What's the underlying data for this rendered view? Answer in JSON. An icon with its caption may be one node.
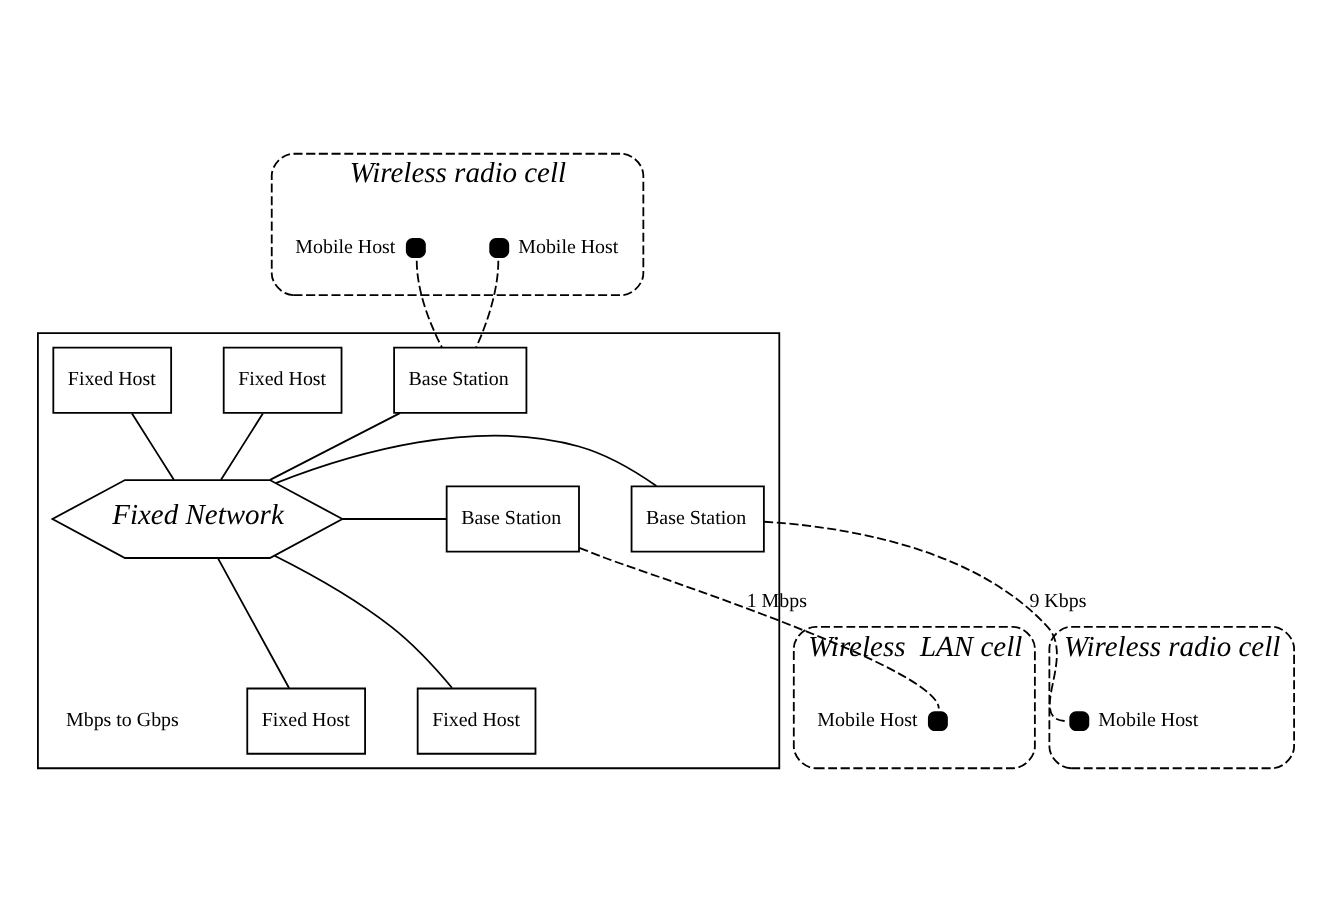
{
  "diagram": {
    "nodes": [
      {
        "text": [
          "Wireless radio cell"
        ]
      },
      {
        "text": [],
        "shape": "hexagon",
        "in": 0,
        "beside": [
          "Mobile Host"
        ]
      },
      {
        "text": [],
        "shape": "hexagon",
        "in": 0,
        "beside": [
          "Mobile Host"
        ]
      },
      {
        "text": [],
        "shape": "polygon"
      },
      {
        "text": [
          "Base Station"
        ],
        "in": 3
      },
      {
        "text": [
          "Fixed Host"
        ],
        "in": 3
      },
      {
        "text": [
          "Fixed Host"
        ],
        "in": 3
      },
      {
        "text": [
          "Base Station"
        ],
        "in": 3
      },
      {
        "text": [
          "Fixed Network"
        ],
        "in": 3
      },
      {
        "text": [
          "Base Station"
        ],
        "in": 3
      },
      {
        "text": [
          "Fixed Host"
        ],
        "in": 3
      },
      {
        "text": [
          "Fixed Host"
        ],
        "in": 3
      },
      {
        "text": [
          "Wireless radio cell"
        ]
      },
      {
        "text": [],
        "shape": "hexagon",
        "in": 12,
        "beside": [
          "Mobile Host"
        ]
      },
      {
        "text": [
          "Wireless  LAN cell"
        ]
      },
      {
        "text": [],
        "shape": "hexagon",
        "in": 14,
        "beside": [
          "Mobile Host"
        ]
      }
    ],
    "edges": [
      {
        "from": 1,
        "to": 4,
        "arrow": "none",
        "style": "dashed"
      },
      {
        "from": 2,
        "to": 4,
        "arrow": "none",
        "style": "dashed"
      },
      {
        "from": 4,
        "to": 8,
        "arrow": "none"
      },
      {
        "from": 5,
        "to": 8,
        "arrow": "none"
      },
      {
        "from": 6,
        "to": 8,
        "arrow": "none"
      },
      {
        "from": 7,
        "to": 8,
        "arrow": "none"
      },
      {
        "from": 8,
        "to": 9,
        "arrow": "none"
      },
      {
        "from": 8,
        "to": 10,
        "arrow": "none"
      },
      {
        "from": 8,
        "to": 11,
        "arrow": "none"
      },
      {
        "from": 9,
        "to": 13,
        "arrow": "none",
        "style": "dashed",
        "label": "9 Kbps"
      },
      {
        "from": 7,
        "to": 15,
        "arrow": "none",
        "style": "dashed",
        "label": "1 Mbps"
      }
    ],
    "labels": [
      "Mbps to Gbps"
    ]
  }
}
